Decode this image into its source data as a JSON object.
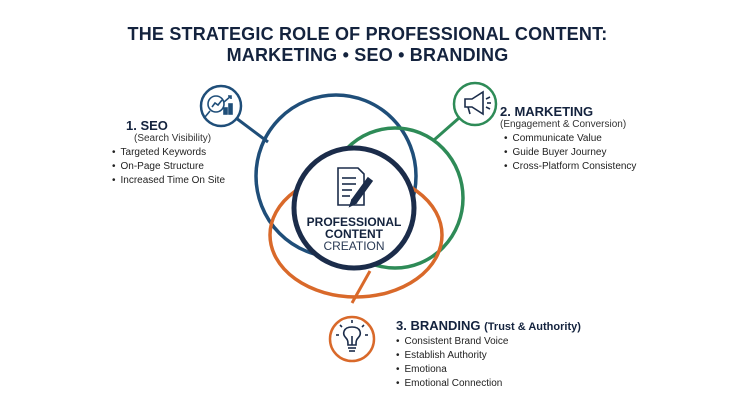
{
  "title": {
    "line1": "THE STRATEGIC ROLE OF PROFESSIONAL CONTENT:",
    "line2": "MARKETING • SEO • BRANDING"
  },
  "center": {
    "line1": "PROFESSIONAL",
    "line2": "CONTENT",
    "line3": "CREATION",
    "icon": "document-pen-icon"
  },
  "seo": {
    "heading": "1. SEO",
    "subtitle": "(Search Visibility)",
    "icon": "magnifier-chart-icon",
    "color": "#1f4e79",
    "items": [
      "Targeted Keywords",
      "On-Page Structure",
      "Increased Time On Site"
    ]
  },
  "marketing": {
    "heading": "2. MARKETING",
    "subtitle": "(Engagement & Conversion)",
    "icon": "megaphone-icon",
    "color": "#2e8b57",
    "items": [
      "Communicate Value",
      "Guide Buyer Journey",
      "Cross-Platform Consistency"
    ]
  },
  "branding": {
    "heading": "3. BRANDING",
    "subtitle": "(Trust & Authority)",
    "icon": "lightbulb-icon",
    "color": "#d9692a",
    "items": [
      "Consistent Brand Voice",
      "Establish Authority",
      "Emotiona",
      "Emotional Connection"
    ]
  },
  "colors": {
    "navy": "#14233e"
  }
}
